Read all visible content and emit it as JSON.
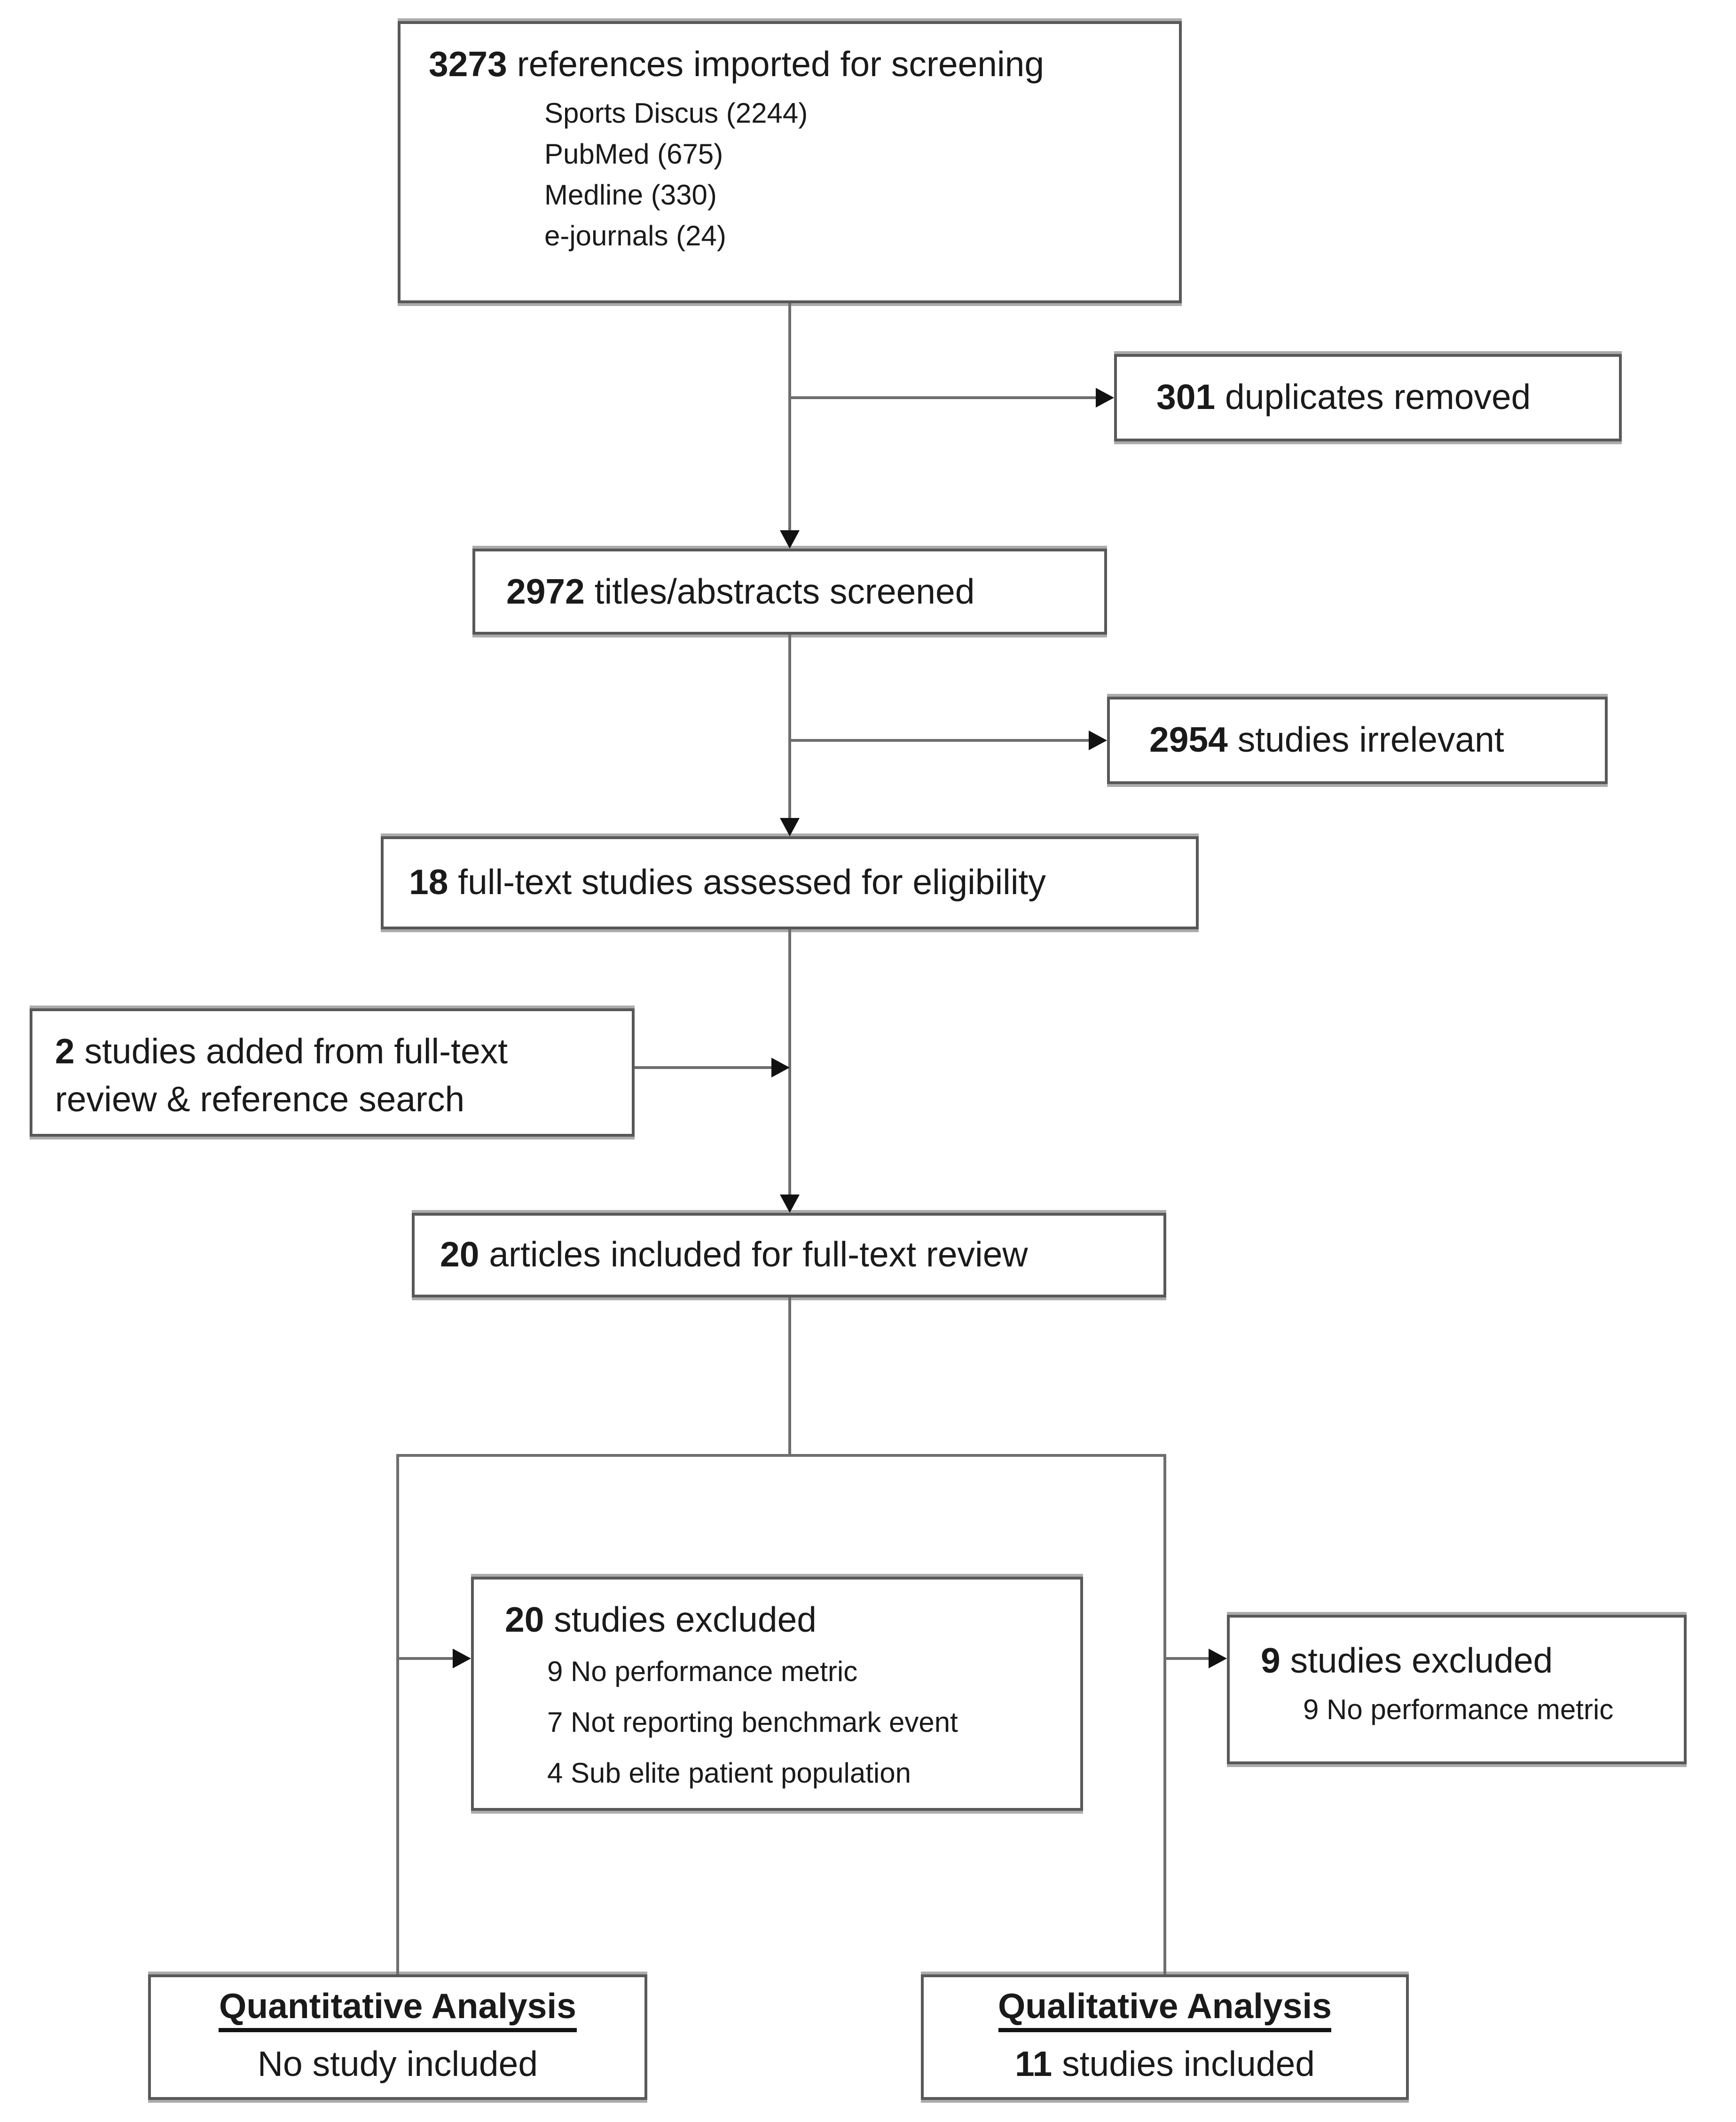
{
  "diagram": {
    "imported": {
      "count": "3273",
      "label": "references imported for screening",
      "sources": [
        "Sports Discus (2244)",
        "PubMed (675)",
        "Medline (330)",
        "e-journals (24)"
      ]
    },
    "duplicates": {
      "count": "301",
      "label": "duplicates removed"
    },
    "screened": {
      "count": "2972",
      "label": "titles/abstracts screened"
    },
    "irrelevant": {
      "count": "2954",
      "label": "studies irrelevant"
    },
    "fulltext": {
      "count": "18",
      "label": "full-text studies assessed for eligibility"
    },
    "added": {
      "count": "2",
      "label": "studies added from full-text review & reference search"
    },
    "articles": {
      "count": "20",
      "label": "articles included for full-text review"
    },
    "excluded_left": {
      "count": "20",
      "label": "studies excluded",
      "reasons": [
        "9 No performance metric",
        "7 Not reporting benchmark event",
        "4 Sub elite patient population"
      ]
    },
    "excluded_right": {
      "count": "9",
      "label": "studies excluded",
      "reasons": [
        "9 No performance metric"
      ]
    },
    "quantitative": {
      "title": "Quantitative Analysis",
      "subtitle": "No study included"
    },
    "qualitative": {
      "title": "Qualitative Analysis",
      "count": "11",
      "subtitle": "studies included"
    }
  },
  "colors": {
    "background": "#ffffff",
    "box_border": "#585858",
    "box_border_shadow": "#ababab",
    "connector_line": "#6e6e6e",
    "arrowhead": "#111111",
    "text": "#1a1a1a"
  }
}
